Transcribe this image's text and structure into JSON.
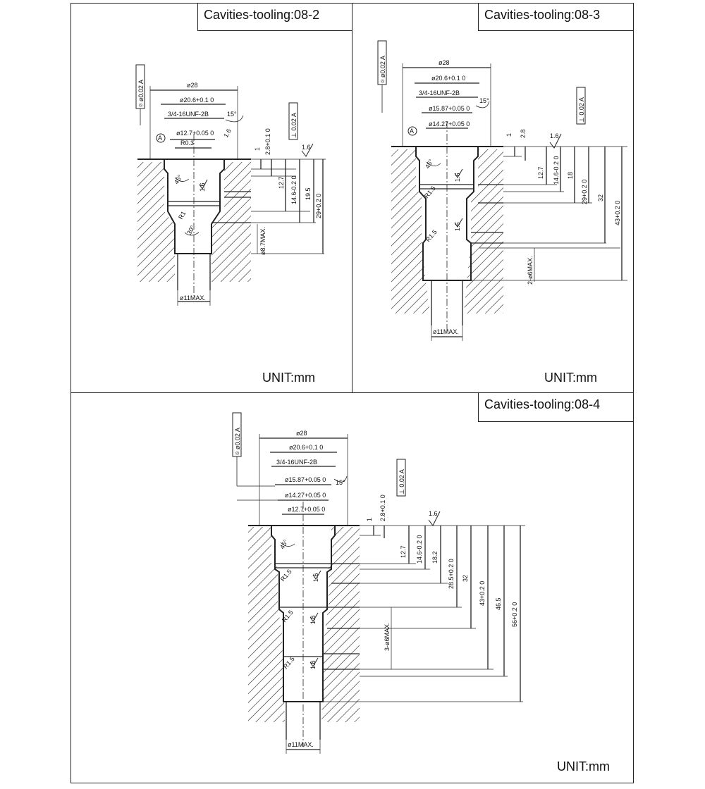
{
  "panels": [
    {
      "title": "Cavities-tooling:08-2",
      "unit": "UNIT:mm",
      "labels": {
        "tol1": "⌾ ø0.02 A",
        "tol2": "⊥ 0.02 A",
        "d28": "ø28",
        "d20": "ø20.6+0.1 0",
        "thread": "3/4-16UNF-2B",
        "angle": "15°",
        "d12": "ø12.7+0.05 0",
        "r03": "R0.3",
        "datumA": "A",
        "d1": "1",
        "d28b": "2.8+0.1 0",
        "rough1": "1.6",
        "rough2": "1.6",
        "rough3": "1.6",
        "a45": "45°",
        "d127": "12.7",
        "d146": "14.6-0.2 0",
        "d195": "19.5",
        "d29": "29+0.2 0",
        "r1": "R1",
        "a30": "30°",
        "hole": "ø8.7MAX.",
        "bottom": "ø11MAX."
      }
    },
    {
      "title": "Cavities-tooling:08-3",
      "unit": "UNIT:mm",
      "labels": {
        "tol1": "⌾ ø0.02 A",
        "tol2": "⊥ 0.02 A",
        "d28": "ø28",
        "d20": "ø20.6+0.1 0",
        "thread": "3/4-16UNF-2B",
        "d1587": "ø15.87+0.05 0",
        "angle": "15°",
        "d1427": "ø14.27+0.05 0",
        "datumA": "A",
        "d1": "1",
        "d28b": "2.8",
        "rough1": "1.6",
        "rough2": "1.6",
        "rough3": "1.6",
        "a45": "45°",
        "d127": "12.7",
        "d146": "14.6-0.2 0",
        "d18": "18",
        "d29": "29+0.2 0",
        "d32": "32",
        "d43": "43+0.2 0",
        "r15a": "R1.5",
        "r15b": "R1.5",
        "hole": "2-ø6MAX.",
        "bottom": "ø11MAX."
      }
    },
    {
      "title": "Cavities-tooling:08-4",
      "unit": "UNIT:mm",
      "labels": {
        "tol1": "⌾ ø0.02 A",
        "tol2": "⊥ 0.02 A",
        "d28": "ø28",
        "d20": "ø20.6+0.1 0",
        "thread": "3/4-16UNF-2B",
        "d1587": "ø15.87+0.05 0",
        "angle": "15°",
        "d1427": "ø14.27+0.05 0",
        "d127d": "ø12.7+0.05 0",
        "d1": "1",
        "d28b": "2.8+0.1 0",
        "rough1": "1.6",
        "rough2": "1.6",
        "rough3": "1.6",
        "rough4": "1.6",
        "a45": "45°",
        "d127": "12.7",
        "d146": "14.6-0.2 0",
        "d182": "18.2",
        "d285": "28.5+0.2 0",
        "d32": "32",
        "d43": "43+0.2 0",
        "d465": "46.5",
        "d56": "56+0.2 0",
        "r15a": "R1.5",
        "r15b": "R1.5",
        "r15c": "R1.5",
        "hole": "3-ø6MAX.",
        "bottom": "ø11MAX."
      }
    }
  ]
}
